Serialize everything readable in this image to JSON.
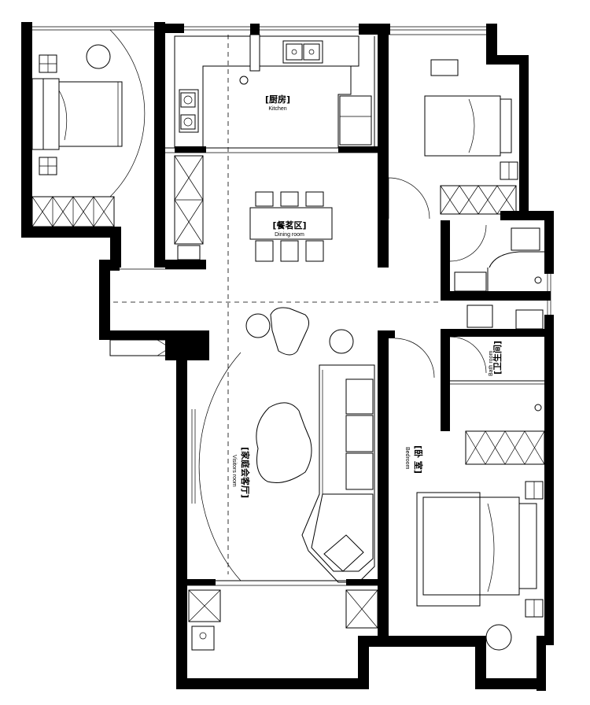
{
  "rooms": {
    "kitchen": {
      "cn": "[厨房]",
      "en": "Kitchen"
    },
    "dining": {
      "cn": "[餐茗区]",
      "en": "Dining room"
    },
    "living": {
      "cn": "[家庭会客厅]",
      "en": "Visitors room"
    },
    "bath": {
      "cn": "[卫生间]",
      "en": "Bath room"
    },
    "bedroom": {
      "cn": "[卧 室]",
      "en": "Bedroom"
    }
  }
}
